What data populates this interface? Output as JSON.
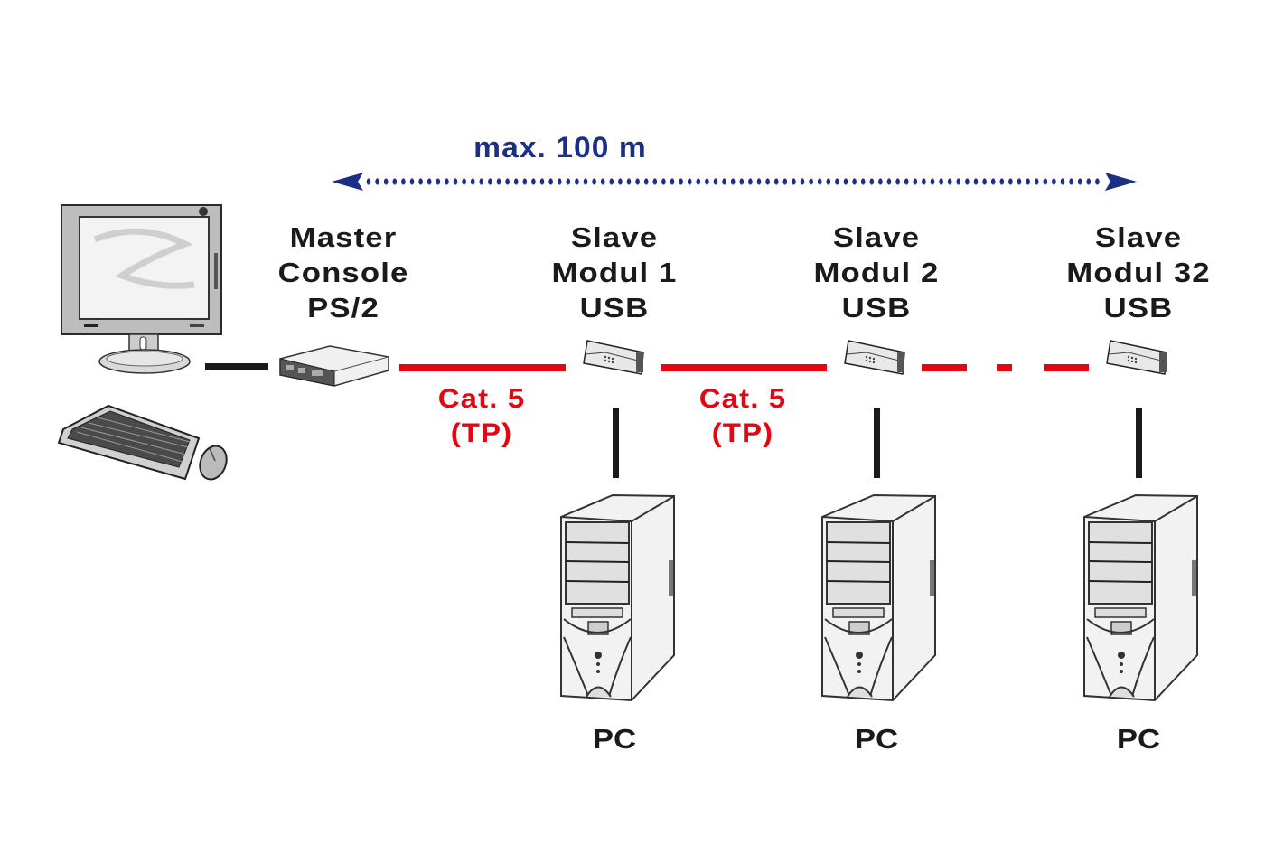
{
  "distance": {
    "label": "max. 100 m",
    "color": "#1a2f85"
  },
  "devices": {
    "master": {
      "lines": [
        "Master",
        "Console",
        "PS/2"
      ]
    },
    "slaves": [
      {
        "lines": [
          "Slave",
          "Modul 1",
          "USB"
        ],
        "pc_label": "PC"
      },
      {
        "lines": [
          "Slave",
          "Modul 2",
          "USB"
        ],
        "pc_label": "PC"
      },
      {
        "lines": [
          "Slave",
          "Modul 32",
          "USB"
        ],
        "pc_label": "PC"
      }
    ]
  },
  "cables": [
    {
      "lines": [
        "Cat. 5",
        "(TP)"
      ]
    },
    {
      "lines": [
        "Cat. 5",
        "(TP)"
      ]
    }
  ],
  "colors": {
    "cable": "#e30613",
    "link": "#1a1a1a",
    "text": "#1a1a1a"
  },
  "icons": {
    "monitor": "monitor-icon",
    "keyboard": "keyboard-icon",
    "mouse": "mouse-icon",
    "master_console": "kvm-console-icon",
    "slave_module": "kvm-module-icon",
    "pc": "pc-tower-icon"
  }
}
